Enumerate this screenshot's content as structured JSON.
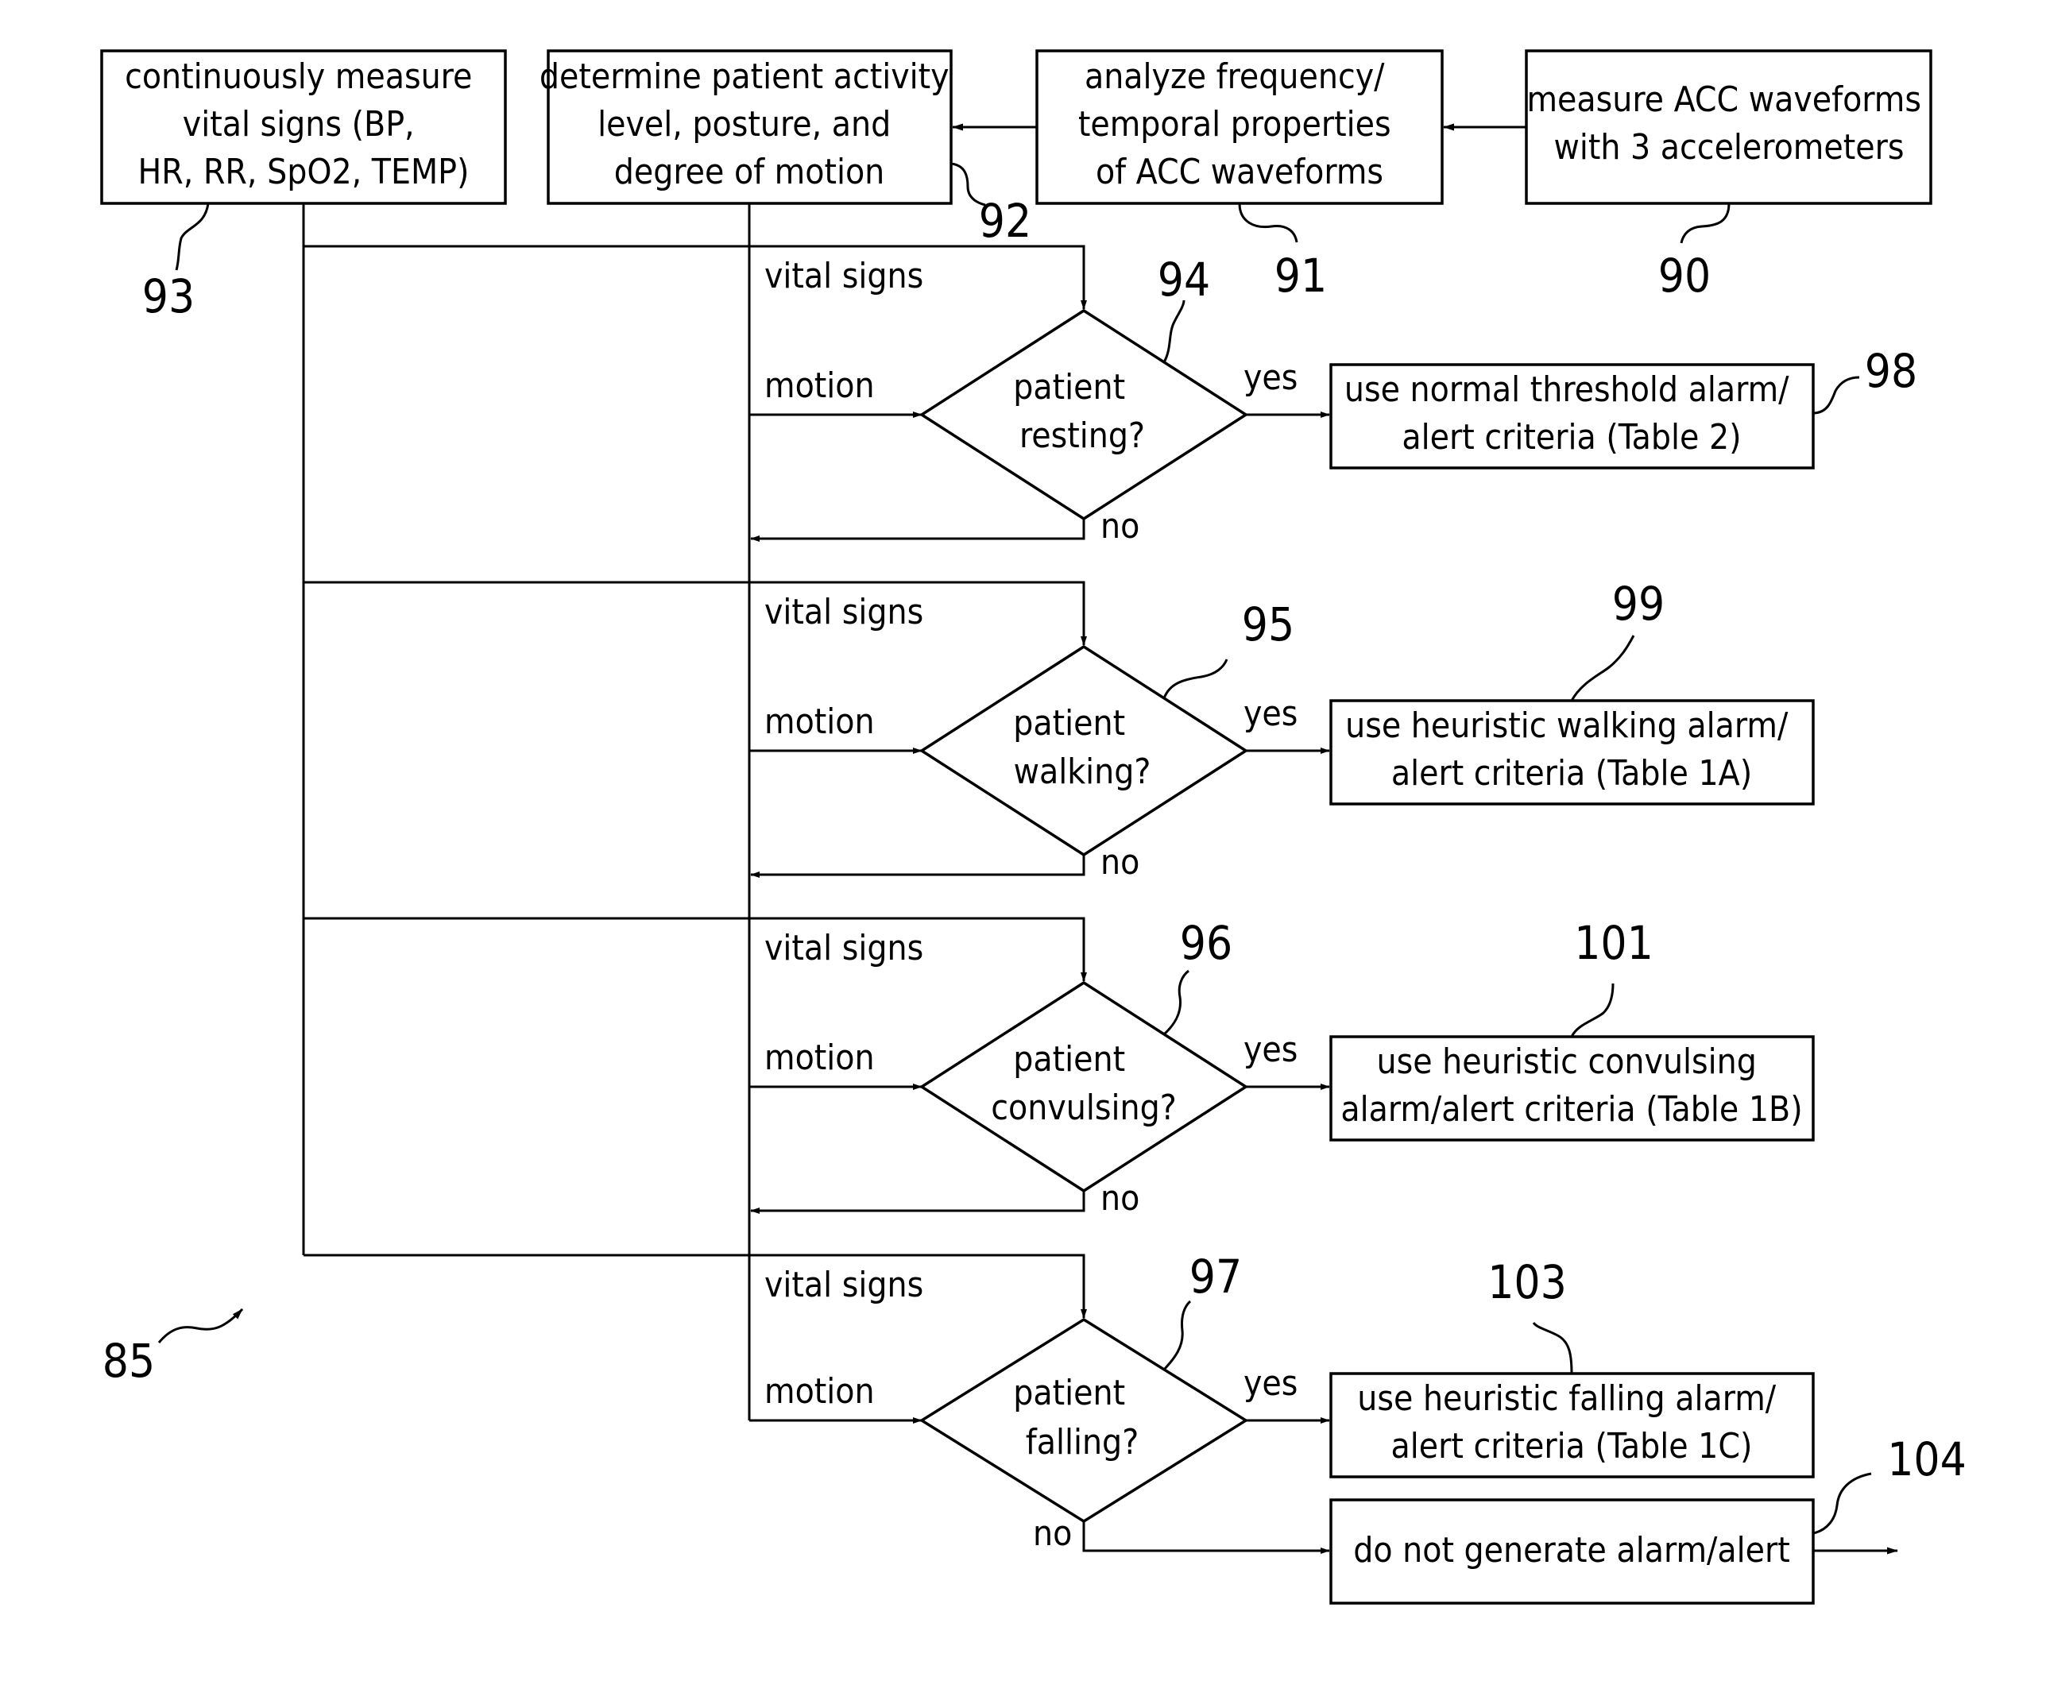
{
  "boxes": {
    "b93": "continuously measure vital signs (BP, HR, RR, SpO2, TEMP)",
    "b92": "determine patient activity level, posture, and degree of motion",
    "b91": "analyze frequency/ temporal properties of ACC waveforms",
    "b90": "measure ACC waveforms with 3 accelerometers",
    "b98": "use normal threshold alarm/ alert criteria (Table 2)",
    "b99": "use heuristic walking alarm/ alert criteria (Table 1A)",
    "b101": "use heuristic convulsing alarm/alert criteria (Table 1B)",
    "b103": "use heuristic falling alarm/ alert criteria (Table 1C)",
    "b104": "do not generate alarm/alert"
  },
  "box_lines": {
    "b93": [
      "continuously  measure",
      "vital  signs (BP,",
      "HR,  RR,  SpO2,  TEMP)"
    ],
    "b92": [
      "determine  patient  activity",
      "level,  posture,  and",
      "degree  of  motion"
    ],
    "b91": [
      "analyze  frequency/",
      "temporal  properties",
      "of  ACC  waveforms"
    ],
    "b90": [
      "measure  ACC  waveforms",
      "with  3  accelerometers"
    ],
    "b98": [
      "use  normal  threshold  alarm/",
      "alert  criteria  (Table  2)"
    ],
    "b99": [
      "use  heuristic  walking  alarm/",
      "alert  criteria  (Table  1A)"
    ],
    "b101": [
      "use   heuristic  convulsing",
      "alarm/alert  criteria  (Table  1B)"
    ],
    "b103": [
      "use  heuristic  falling  alarm/",
      "alert  criteria  (Table  1C)"
    ],
    "b104": [
      "do  not  generate  alarm/alert"
    ]
  },
  "decisions": {
    "d94": [
      "patient",
      "resting?"
    ],
    "d95": [
      "patient",
      "walking?"
    ],
    "d96": [
      "patient",
      "convulsing?"
    ],
    "d97": [
      "patient",
      "falling?"
    ]
  },
  "flow_labels": {
    "vital_signs": "vital signs",
    "motion": "motion",
    "yes": "yes",
    "no": "no"
  },
  "ref_numerals": {
    "r85": "85",
    "r90": "90",
    "r91": "91",
    "r92": "92",
    "r93": "93",
    "r94": "94",
    "r95": "95",
    "r96": "96",
    "r97": "97",
    "r98": "98",
    "r99": "99",
    "r101": "101",
    "r103": "103",
    "r104": "104"
  }
}
